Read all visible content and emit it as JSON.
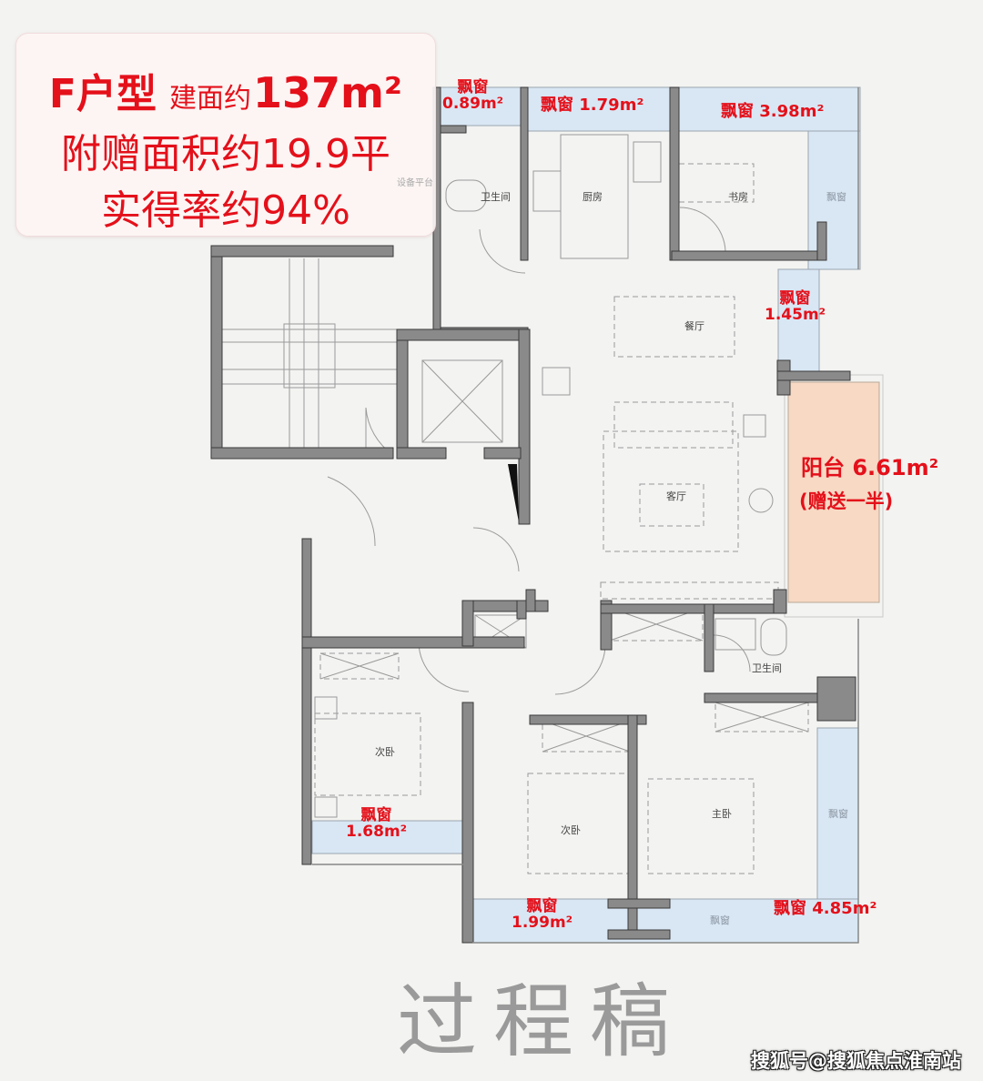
{
  "header": {
    "unit_type": "F户型",
    "built_area_label": "建面约",
    "built_area_value": "137m²",
    "gift_area": "附赠面积约19.9平",
    "efficiency": "实得率约94%"
  },
  "bay_windows": [
    {
      "label": "飘窗",
      "area": "0.89m²"
    },
    {
      "label": "飘窗",
      "area": "1.79m²"
    },
    {
      "label": "飘窗",
      "area": "3.98m²"
    },
    {
      "label": "飘窗",
      "area": "1.45m²"
    },
    {
      "label": "飘窗",
      "area": "1.68m²"
    },
    {
      "label": "飘窗",
      "area": "1.99m²"
    },
    {
      "label": "飘窗",
      "area": "4.85m²"
    }
  ],
  "balcony": {
    "label": "阳台 6.61m²",
    "note": "(赠送一半)"
  },
  "rooms": {
    "bathroom_1": "卫生间",
    "kitchen": "厨房",
    "study": "书房",
    "dining": "餐厅",
    "living": "客厅",
    "bathroom_2": "卫生间",
    "bedroom_2a": "次卧",
    "bedroom_2b": "次卧",
    "master": "主卧",
    "equipment_platform": "设备平台",
    "bay_faint": "飘窗"
  },
  "footer": {
    "watermark": "过程稿",
    "credit": "搜狐号@搜狐焦点淮南站"
  },
  "colors": {
    "accent_red": "#e4101a",
    "wall": "#8a8a8a",
    "bay_window": "#d9e7f4",
    "balcony": "#f7d9c4",
    "background": "#f3f3f1"
  }
}
